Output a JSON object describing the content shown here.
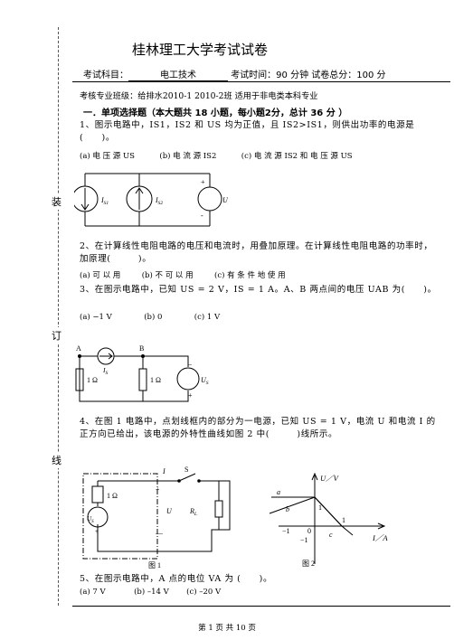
{
  "binding": [
    "装",
    "订",
    "线"
  ],
  "title": "桂林理工大学考试试卷",
  "header": {
    "subject_label": "考试科目：",
    "subject_value": "电工技术",
    "time_label": "考试时间：90 分钟",
    "score_label": "试卷总分：100 分"
  },
  "class_line": "考核专业班级：给排水2010-1 2010-2班 适用于非电类本科专业",
  "section1": "一．单项选择题（本大题共  18 小题，每小题2分，总计 36 分 ）",
  "q1": {
    "num": "1、",
    "line1": "图 示 电 路 中，I",
    "text": "图示电路中，IS1，IS2 和 US 均为正值，且 IS2>IS1，则供出功率的电源是(　　)。",
    "options": [
      "(a) 电 压 源 US",
      "(b)  电 流 源 IS2",
      "(c)  电 流 源 IS2  和 电 压 源 US"
    ],
    "labels": {
      "is1": "I",
      "is1_sub": "S1",
      "is2": "I",
      "is2_sub": "S2",
      "us": "U",
      "us_sub": "S",
      "plus": "+",
      "minus": "-"
    }
  },
  "q2": {
    "num": "2、",
    "text": "在计算线性电阻电路的电压和电流时，用叠加原理。在计算线性电阻电路的功率时，加原理(　　　)。",
    "options": [
      "(a) 可 以 用",
      "(b)  不 可 以 用",
      "(c)  有 条 件 地 使 用"
    ]
  },
  "q3": {
    "num": "3、",
    "text": "在图示电路中，已知 US = 2 V，IS = 1 A。A、B 两点间的电压 UAB 为(　　)。",
    "options": [
      "(a)  −1 V",
      "(b) 0",
      "(c)    1 V"
    ],
    "labels": {
      "a": "A",
      "b": "B",
      "is": "I",
      "is_sub": "S",
      "r1": "1 Ω",
      "r2": "1 Ω",
      "us": "U",
      "us_sub": "S",
      "minus": "−",
      "plus": "+"
    }
  },
  "q4": {
    "num": "4、",
    "text": "在图 1 电路中，点划线框内的部分为一电源，已知 US = 1 V，电流 U 和电流 I 的正方向已给出，该电源的外特性曲线如图 2 中(　　　)线所示。",
    "fig1": {
      "i": "I",
      "s": "S",
      "r": "1 Ω",
      "u": "U",
      "rl": "R",
      "rl_sub": "L",
      "us": "U",
      "us_sub": "S",
      "plus": "+",
      "minus": "—",
      "caption": "图 1"
    },
    "fig2": {
      "yaxis": "U／V",
      "xaxis": "I／A",
      "a": "a",
      "b": "b",
      "c": "c",
      "one_y": "1",
      "one_x": "1",
      "neg1_x": "−1",
      "zero": "0",
      "neg1_y": "−1",
      "caption": "图 2"
    }
  },
  "q5": {
    "num": "5、",
    "text": "在图示电路中，A 点的电位 VA 为 (　　)。",
    "options": [
      "(a) 7 V",
      "(b) –14 V",
      "(c) –20 V"
    ]
  },
  "footer": "第 1 页 共 10 页"
}
